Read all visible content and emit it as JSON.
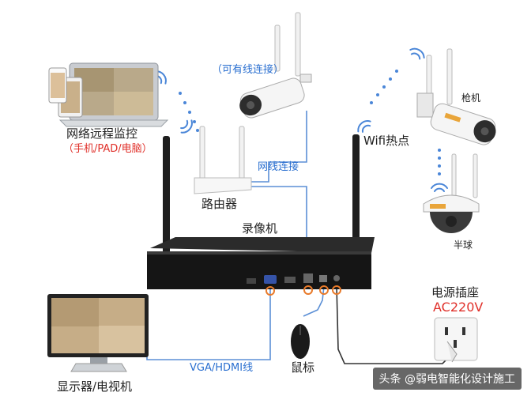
{
  "labels": {
    "remote_monitor": "网络远程监控",
    "remote_devices": "（手机/PAD/电脑）",
    "wired_optional": "（可有线连接）",
    "network_cable_link": "网线连接",
    "router": "路由器",
    "wifi_hotspot": "Wifi热点",
    "bullet_camera": "枪机",
    "dome_camera": "半球",
    "nvr": "录像机",
    "power_socket": "电源插座",
    "power_voltage": "AC220V",
    "display_tv": "显示器/电视机",
    "vga_hdmi": "VGA/HDMI线",
    "mouse": "鼠标"
  },
  "watermark": "头条 @弱电智能化设计施工",
  "colors": {
    "cable_blue": "#5b8fd6",
    "wifi_blue": "#4a86d8",
    "label_red": "#e0302a",
    "label_blue": "#2a6fd0",
    "port_ring": "#e87a2a"
  }
}
